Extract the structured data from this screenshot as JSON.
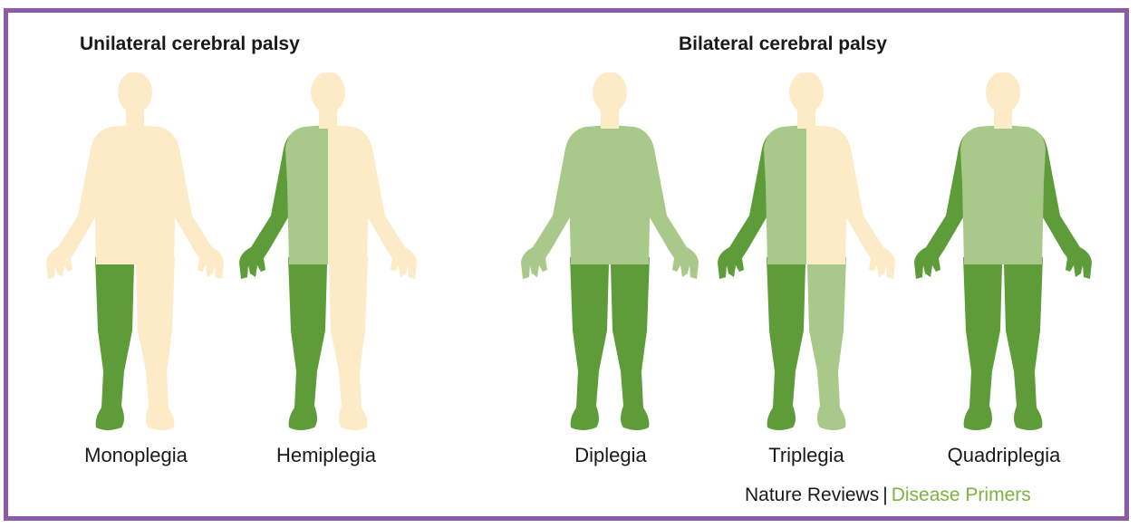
{
  "colors": {
    "frame": "#8e5aa8",
    "unaffected": "#fdebc8",
    "affected_dark": "#5e9c3a",
    "affected_light": "#a8c98a",
    "credit_accent": "#7cb342"
  },
  "groups": [
    {
      "title": "Unilateral cerebral palsy"
    },
    {
      "title": "Bilateral cerebral palsy"
    }
  ],
  "figures": [
    {
      "label": "Monoplegia",
      "regions": {
        "head": "unaffected",
        "torso_left": "unaffected",
        "torso_right": "unaffected",
        "arm_left": "unaffected",
        "arm_right": "unaffected",
        "leg_left": "affected_dark",
        "leg_right": "unaffected"
      }
    },
    {
      "label": "Hemiplegia",
      "regions": {
        "head": "unaffected",
        "torso_left": "affected_light",
        "torso_right": "unaffected",
        "arm_left": "affected_dark",
        "arm_right": "unaffected",
        "leg_left": "affected_dark",
        "leg_right": "unaffected"
      }
    },
    {
      "label": "Diplegia",
      "regions": {
        "head": "unaffected",
        "torso_left": "affected_light",
        "torso_right": "affected_light",
        "arm_left": "affected_light",
        "arm_right": "affected_light",
        "leg_left": "affected_dark",
        "leg_right": "affected_dark"
      }
    },
    {
      "label": "Triplegia",
      "regions": {
        "head": "unaffected",
        "torso_left": "affected_light",
        "torso_right": "unaffected",
        "arm_left": "affected_dark",
        "arm_right": "unaffected",
        "leg_left": "affected_dark",
        "leg_right": "affected_light"
      }
    },
    {
      "label": "Quadriplegia",
      "regions": {
        "head": "unaffected",
        "torso_left": "affected_light",
        "torso_right": "affected_light",
        "arm_left": "affected_dark",
        "arm_right": "affected_dark",
        "leg_left": "affected_dark",
        "leg_right": "affected_dark"
      }
    }
  ],
  "credit": {
    "publication": "Nature Reviews",
    "separator": "|",
    "series": "Disease Primers"
  }
}
